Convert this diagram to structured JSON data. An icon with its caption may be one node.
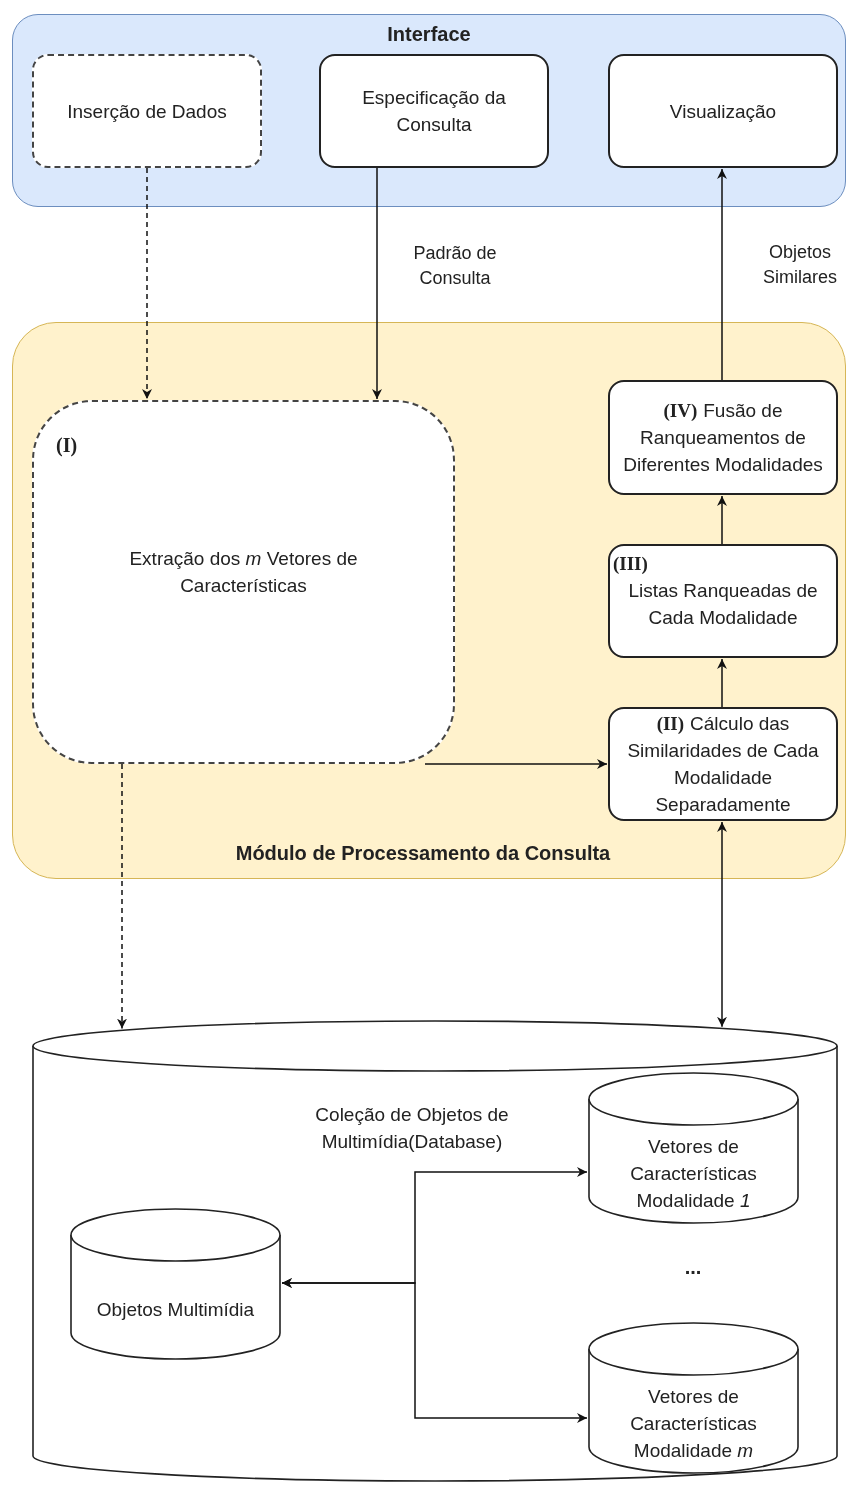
{
  "diagram": {
    "nodes": [
      {
        "text": [
          "Interface"
        ]
      },
      {
        "text": [
          "Inserção de Dados"
        ],
        "in": 0
      },
      {
        "text": [
          "Especificação da Consulta"
        ],
        "in": 0
      },
      {
        "text": [
          "Visualização"
        ],
        "in": 0
      },
      {
        "text": [
          "Módulo de Processamento da Consulta"
        ]
      },
      {
        "text": [
          "(I)",
          "Extração dos *m* Vetores de Características"
        ],
        "in": 4
      },
      {
        "text": [
          "(IV)",
          "Fusão de Ranqueamentos de Diferentes Modalidades"
        ],
        "in": 4
      },
      {
        "text": [
          "(III)",
          "Listas Ranqueadas de Cada Modalidade"
        ],
        "in": 4
      },
      {
        "text": [
          "(II)",
          "Cálculo das Similaridades de Cada Modalidade Separadamente"
        ],
        "in": 4
      },
      {
        "text": [
          "Coleção de Objetos de Multimídia(Database)"
        ]
      },
      {
        "text": [
          "Objetos Multimídia"
        ],
        "in": 9
      },
      {
        "text": [
          "Vetores de Características Modalidade *1*"
        ],
        "in": 9
      },
      {
        "text": [
          "Vetores de Características Modalidade *m*"
        ],
        "in": 9
      }
    ],
    "edges": [
      {
        "from": 1,
        "to": 5,
        "arrow": "to",
        "style": "dashed"
      },
      {
        "from": 2,
        "to": 5,
        "arrow": "to",
        "label": "Padrão de Consulta"
      },
      {
        "from": 6,
        "to": 3,
        "arrow": "to",
        "label": "Objetos Similares"
      },
      {
        "from": 5,
        "to": 8,
        "arrow": "to"
      },
      {
        "from": 8,
        "to": 7,
        "arrow": "to"
      },
      {
        "from": 7,
        "to": 6,
        "arrow": "to"
      },
      {
        "from": 5,
        "to": 9,
        "arrow": "to",
        "style": "dashed"
      },
      {
        "from": 8,
        "to": 9,
        "arrow": "both"
      },
      {
        "from": 10,
        "to": 11,
        "arrow": "both"
      },
      {
        "from": 10,
        "to": 12,
        "arrow": "both"
      }
    ],
    "labels": [
      "..."
    ]
  }
}
